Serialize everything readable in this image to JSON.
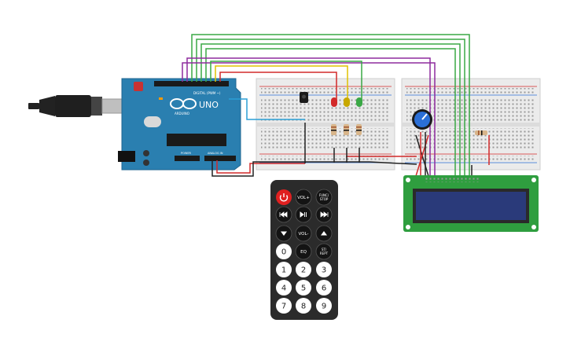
{
  "arduino": {
    "logo_text": "UNO",
    "brand_text": "ARDUINO",
    "digital_label": "DIGITAL (PWM ~)",
    "power_label": "POWER",
    "analog_label": "ANALOG IN"
  },
  "remote": {
    "buttons": [
      {
        "label": "",
        "type": "power"
      },
      {
        "label": "VOL+",
        "type": "text"
      },
      {
        "label": "FUNC/STOP",
        "type": "text"
      },
      {
        "label": "",
        "type": "rewind"
      },
      {
        "label": "",
        "type": "play-pause"
      },
      {
        "label": "",
        "type": "fast-forward"
      },
      {
        "label": "",
        "type": "down"
      },
      {
        "label": "VOL-",
        "type": "text"
      },
      {
        "label": "",
        "type": "up"
      },
      {
        "label": "0",
        "type": "digit"
      },
      {
        "label": "EQ",
        "type": "text"
      },
      {
        "label": "ST/REPT",
        "type": "text"
      },
      {
        "label": "1",
        "type": "digit"
      },
      {
        "label": "2",
        "type": "digit"
      },
      {
        "label": "3",
        "type": "digit"
      },
      {
        "label": "4",
        "type": "digit"
      },
      {
        "label": "5",
        "type": "digit"
      },
      {
        "label": "6",
        "type": "digit"
      },
      {
        "label": "7",
        "type": "digit"
      },
      {
        "label": "8",
        "type": "digit"
      },
      {
        "label": "9",
        "type": "digit"
      }
    ]
  },
  "colors": {
    "board": "#2a7fb0",
    "breadboard": "#ebebeb",
    "lcd_pcb": "#2f9e3f",
    "lcd_screen": "#2a3a7a",
    "remote_body": "#2b2b2b",
    "wire_green": "#3aa845",
    "wire_purple": "#8e2b9e",
    "wire_yellow": "#e0c200",
    "wire_red": "#d22a2a",
    "wire_blue": "#2b9fd6",
    "wire_black": "#222222",
    "led_red": "#d22a2a",
    "led_yellow": "#c8a800",
    "led_green": "#3aa845"
  }
}
